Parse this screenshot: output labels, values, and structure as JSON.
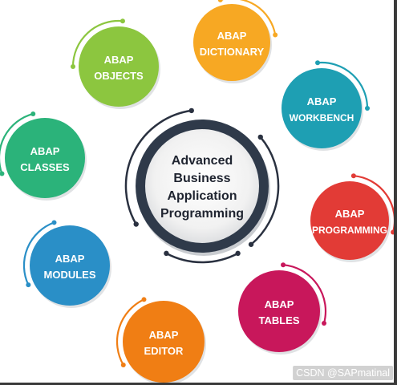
{
  "center": {
    "lines": [
      "Advanced",
      "Business",
      "Application",
      "Programming"
    ]
  },
  "nodes": [
    {
      "id": "objects",
      "lines": [
        "ABAP",
        "OBJECTS"
      ],
      "color": "#8cc63f"
    },
    {
      "id": "dictionary",
      "lines": [
        "ABAP",
        "DICTIONARY"
      ],
      "color": "#f7a823"
    },
    {
      "id": "workbench",
      "lines": [
        "ABAP",
        "WORKBENCH"
      ],
      "color": "#1e9fb3"
    },
    {
      "id": "classes",
      "lines": [
        "ABAP",
        "CLASSES"
      ],
      "color": "#2bb37a"
    },
    {
      "id": "programming",
      "lines": [
        "ABAP",
        "PROGRAMMING"
      ],
      "color": "#e23b36"
    },
    {
      "id": "modules",
      "lines": [
        "ABAP",
        "MODULES"
      ],
      "color": "#2a8fc7"
    },
    {
      "id": "tables",
      "lines": [
        "ABAP",
        "TABLES"
      ],
      "color": "#c8175b"
    },
    {
      "id": "editor",
      "lines": [
        "ABAP",
        "EDITOR"
      ],
      "color": "#f07e14"
    }
  ],
  "watermark": "CSDN @SAPmatinal",
  "colors": {
    "center_ring": "#2f3a4a",
    "center_fill": "#f2f2f2",
    "outer_arc": "#2a3140"
  }
}
